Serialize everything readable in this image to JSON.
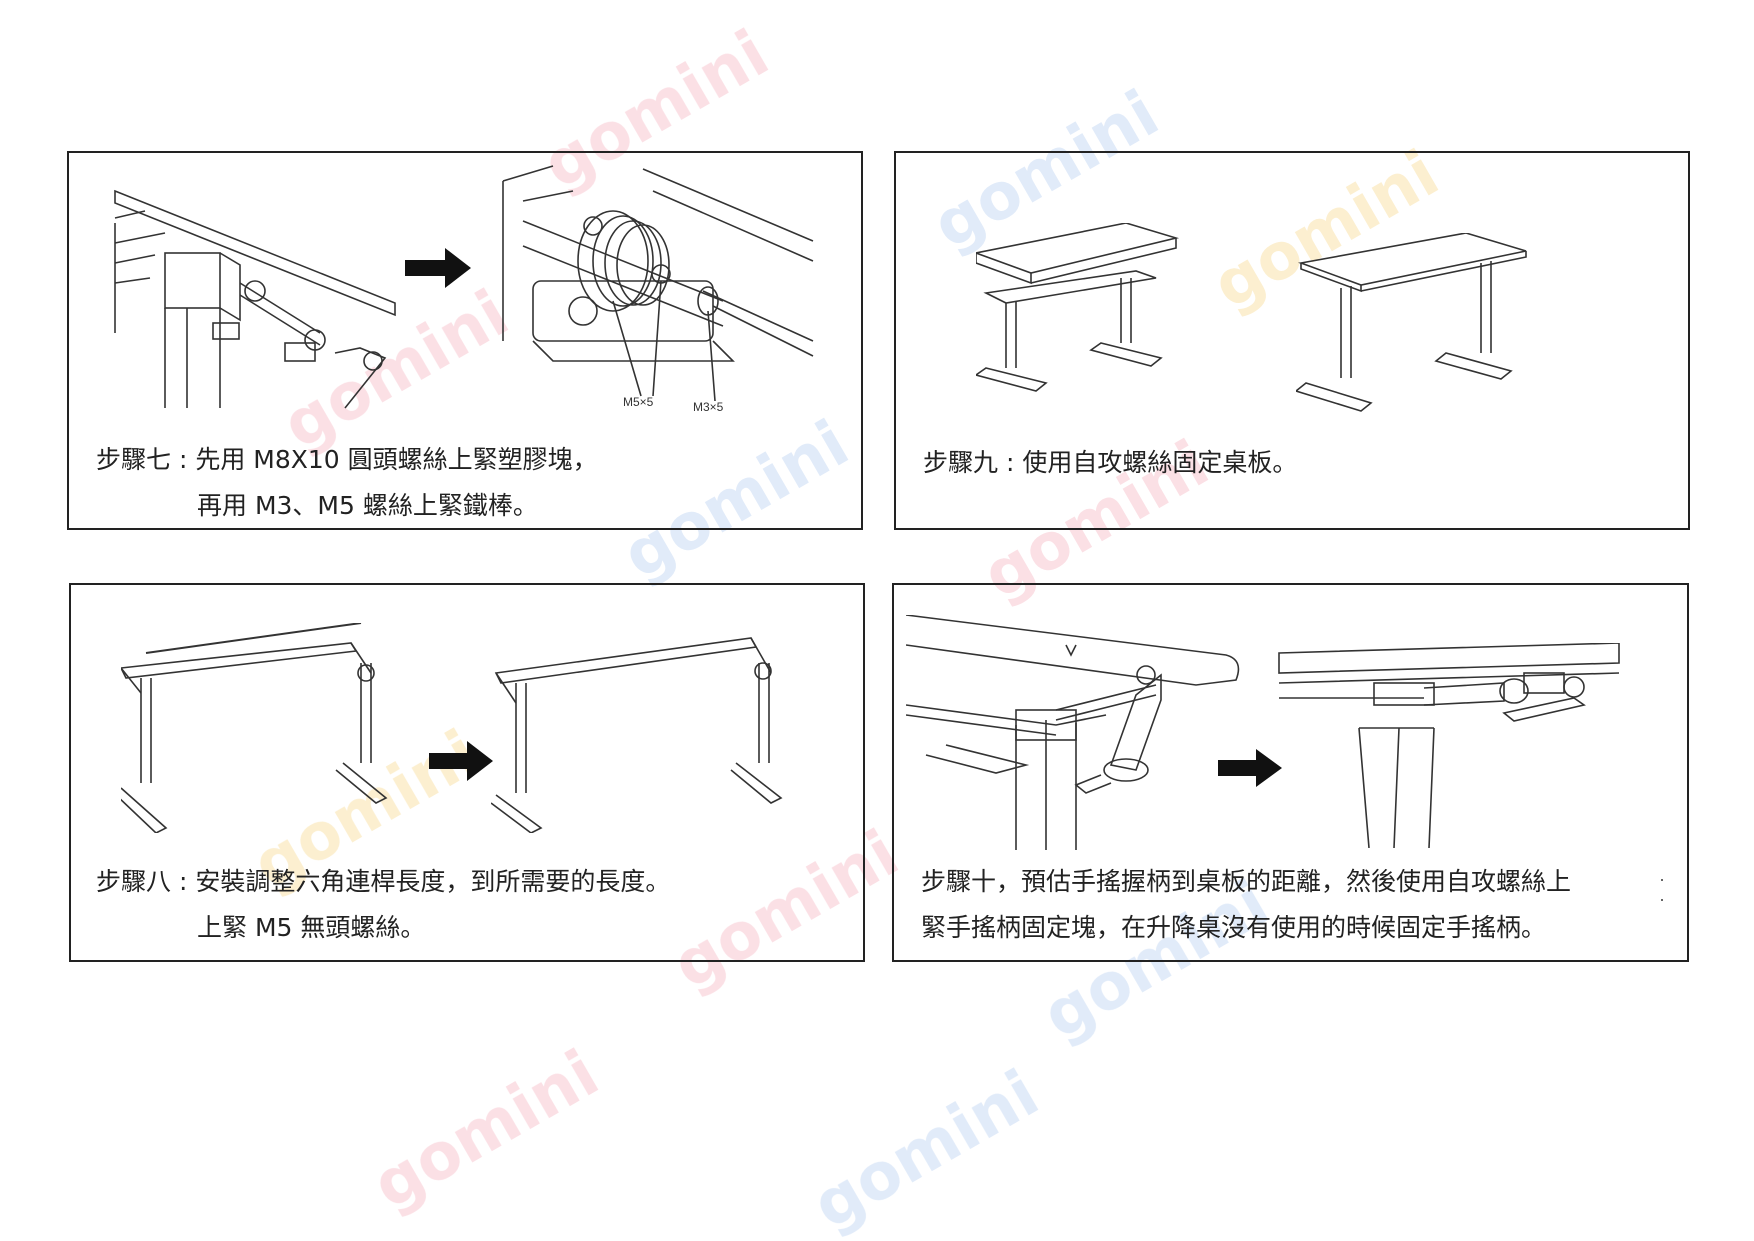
{
  "watermark": {
    "text": "gomini",
    "colors": [
      "#f7c8d0",
      "#c9dcf5",
      "#f9e0a6"
    ]
  },
  "steps": [
    {
      "id": "step7",
      "prefix": "步驟七 :",
      "line1": "先用 M8X10 圓頭螺絲上緊塑膠塊，",
      "line2": "再用 M3、M5 螺絲上緊鐵棒。",
      "labels": {
        "m5": "M5×5",
        "m3": "M3×5"
      }
    },
    {
      "id": "step9",
      "prefix": "步驟九 :",
      "line1": "使用自攻螺絲固定桌板。"
    },
    {
      "id": "step8",
      "prefix": "步驟八 :",
      "line1": "安裝調整六角連桿長度，到所需要的長度。",
      "line2": "上緊 M5 無頭螺絲。"
    },
    {
      "id": "step10",
      "line1": "步驟十，預估手搖握柄到桌板的距離，然後使用自攻螺絲上",
      "line2": "緊手搖柄固定塊，在升降桌沒有使用的時候固定手搖柄。"
    }
  ]
}
